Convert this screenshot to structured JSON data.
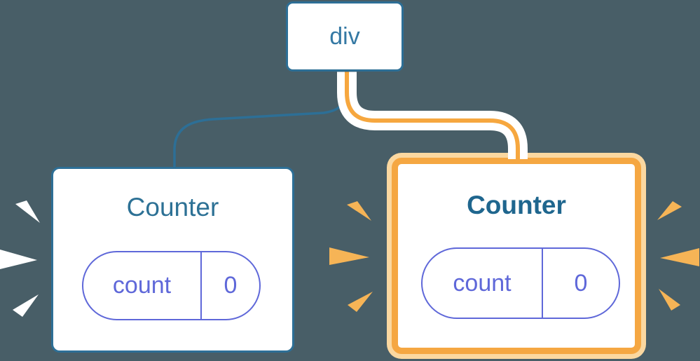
{
  "title": "React component tree diagram — second Counter freshly mounted",
  "canvas": {
    "background": "#485E67"
  },
  "colors": {
    "node_border_blue": "#2D6F96",
    "root_label_blue": "#3579A4",
    "counter_title_blue": "#2D7195",
    "counter_title_blue_bold": "#1F668E",
    "pill_purple": "#5F68D9",
    "highlight_orange": "#F5A742",
    "highlight_peach": "#FBD8A0",
    "ray_orange": "#F6B456",
    "ray_white": "#FFFFFF",
    "connector_blue": "#2D6F96",
    "connector_orange_core": "#F6A73F",
    "connector_white": "#FFFFFF"
  },
  "icons": {
    "burst_rays": "emphasis-rays (three tapered triangles radiating from each Counter card)"
  },
  "tree": {
    "root": {
      "label": "div"
    },
    "children": [
      {
        "label": "Counter",
        "highlighted": false,
        "state": {
          "key": "count",
          "value": "0"
        }
      },
      {
        "label": "Counter",
        "highlighted": true,
        "state": {
          "key": "count",
          "value": "0"
        }
      }
    ]
  }
}
